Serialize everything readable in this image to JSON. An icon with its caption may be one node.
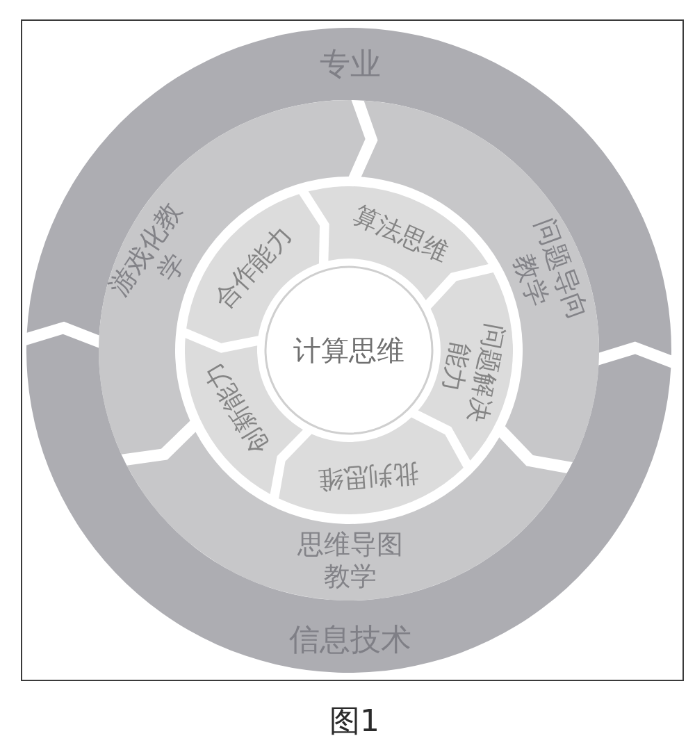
{
  "diagram": {
    "caption": "图1",
    "nodes": [
      {
        "text": [
          "专业"
        ]
      },
      {
        "text": [
          "游戏化教学"
        ]
      },
      {
        "text": [
          "问题导向教学"
        ]
      },
      {
        "text": [
          "合作能力"
        ]
      },
      {
        "text": [
          "算法思维"
        ]
      },
      {
        "text": [
          "计算思维"
        ]
      },
      {
        "text": [
          "创新能力"
        ]
      },
      {
        "text": [
          "问题解决能力"
        ]
      },
      {
        "text": [
          "批判思维"
        ]
      },
      {
        "text": [
          "思维导图教学"
        ]
      },
      {
        "text": [
          "信息技术"
        ]
      }
    ]
  }
}
